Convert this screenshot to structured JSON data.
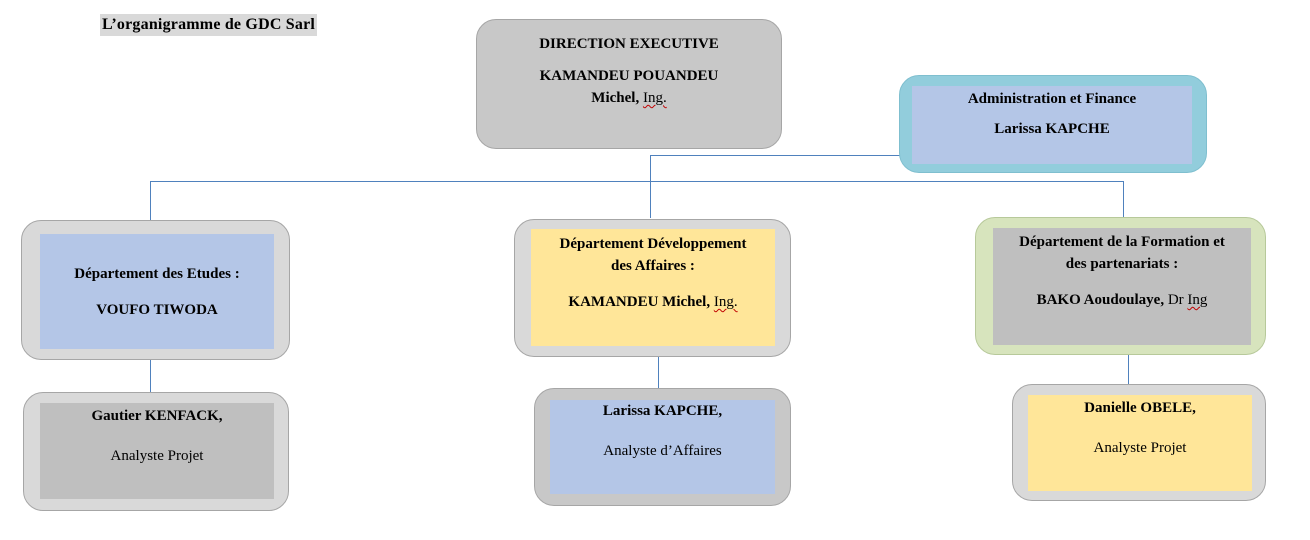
{
  "title": "L’organigramme  de GDC Sarl",
  "direction": {
    "heading": "DIRECTION EXECUTIVE",
    "name_line1": "KAMANDEU POUANDEU",
    "name_line2": "Michel,",
    "suffix": "Ing."
  },
  "admin": {
    "heading": "Administration et Finance",
    "name": "Larissa KAPCHE"
  },
  "departments": [
    {
      "title": "Département des Etudes :",
      "head": "VOUFO TIWODA",
      "head_suffix": "",
      "staff_name": "Gautier KENFACK,",
      "staff_role": "Analyste Projet"
    },
    {
      "title_line1": "Département Développement",
      "title_line2": "des Affaires :",
      "head": "KAMANDEU Michel,",
      "head_suffix": "Ing.",
      "staff_name": "Larissa KAPCHE,",
      "staff_role": "Analyste d’Affaires"
    },
    {
      "title_line1": "Département de la Formation et",
      "title_line2": "des partenariats :",
      "head": "BAKO Aoudoulaye,",
      "head_suffix_prefix": "Dr",
      "head_suffix": "Ing",
      "staff_name": "Danielle OBELE,",
      "staff_role": "Analyste Projet"
    }
  ],
  "colors": {
    "connector": "#4f81bd",
    "blue_fill": "#b4c6e7",
    "yellow_fill": "#ffe699",
    "gray_fill": "#bfbfbf",
    "cyan_frame": "#92cddc",
    "green_frame": "#d7e4bd"
  }
}
